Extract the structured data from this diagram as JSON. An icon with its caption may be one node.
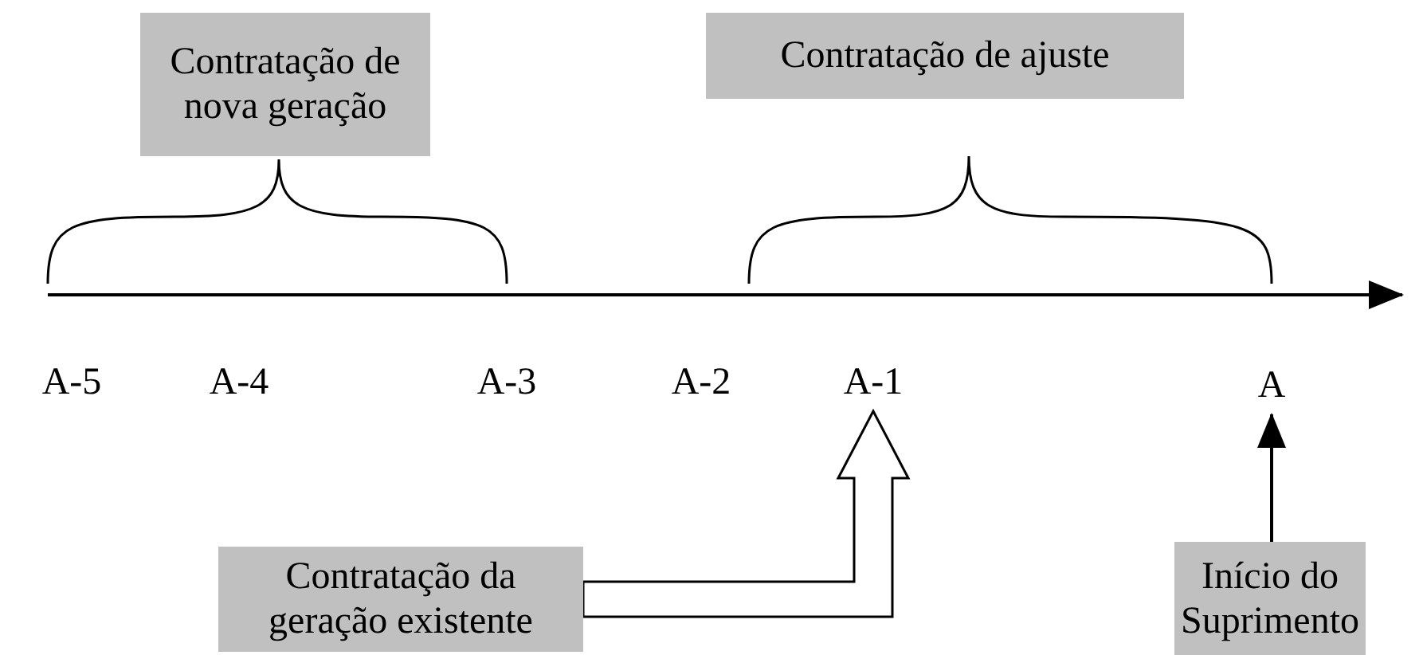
{
  "diagram": {
    "nodes": [
      {
        "text": [
          "Contratação de nova geração"
        ]
      },
      {
        "text": [
          "Contratação de ajuste"
        ]
      },
      {
        "text": [
          "A-1"
        ]
      },
      {
        "text": [
          "A"
        ]
      },
      {
        "text": [
          "Contratação da geração existente"
        ]
      },
      {
        "text": [
          "Início do Suprimento"
        ]
      }
    ],
    "edges": [
      {
        "from": 4,
        "to": 2,
        "arrow": "to"
      },
      {
        "from": 5,
        "to": 3,
        "arrow": "to"
      }
    ],
    "labels": [
      "A-5",
      "A-4",
      "A-3",
      "A-2"
    ]
  }
}
